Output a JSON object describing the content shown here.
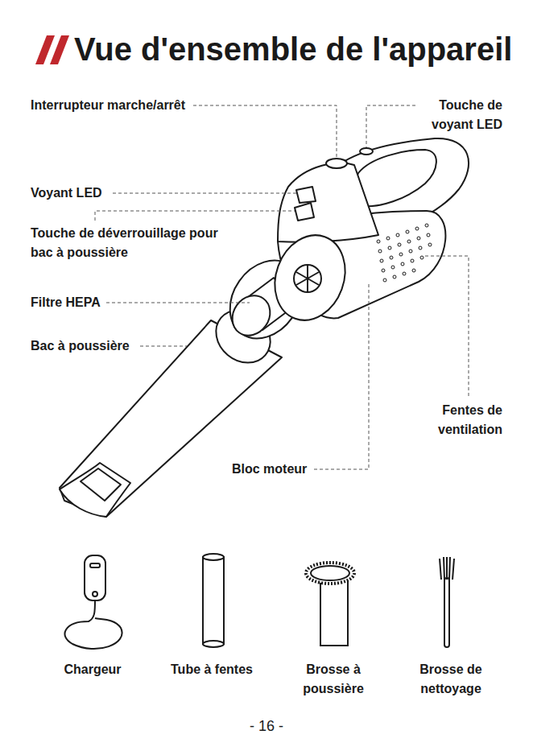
{
  "diagram": {
    "title": "Vue d'ensemble de l'appareil",
    "labels": [
      "Interrupteur marche/arrêt",
      "Touche de voyant LED",
      "Voyant LED",
      "Touche de déverrouillage pour bac à poussière",
      "Filtre HEPA",
      "Bac à poussière",
      "Fentes de ventilation",
      "Bloc moteur",
      "Chargeur",
      "Tube à fentes",
      "Brosse à poussière",
      "Brosse de nettoyage",
      "- 16 -"
    ]
  }
}
